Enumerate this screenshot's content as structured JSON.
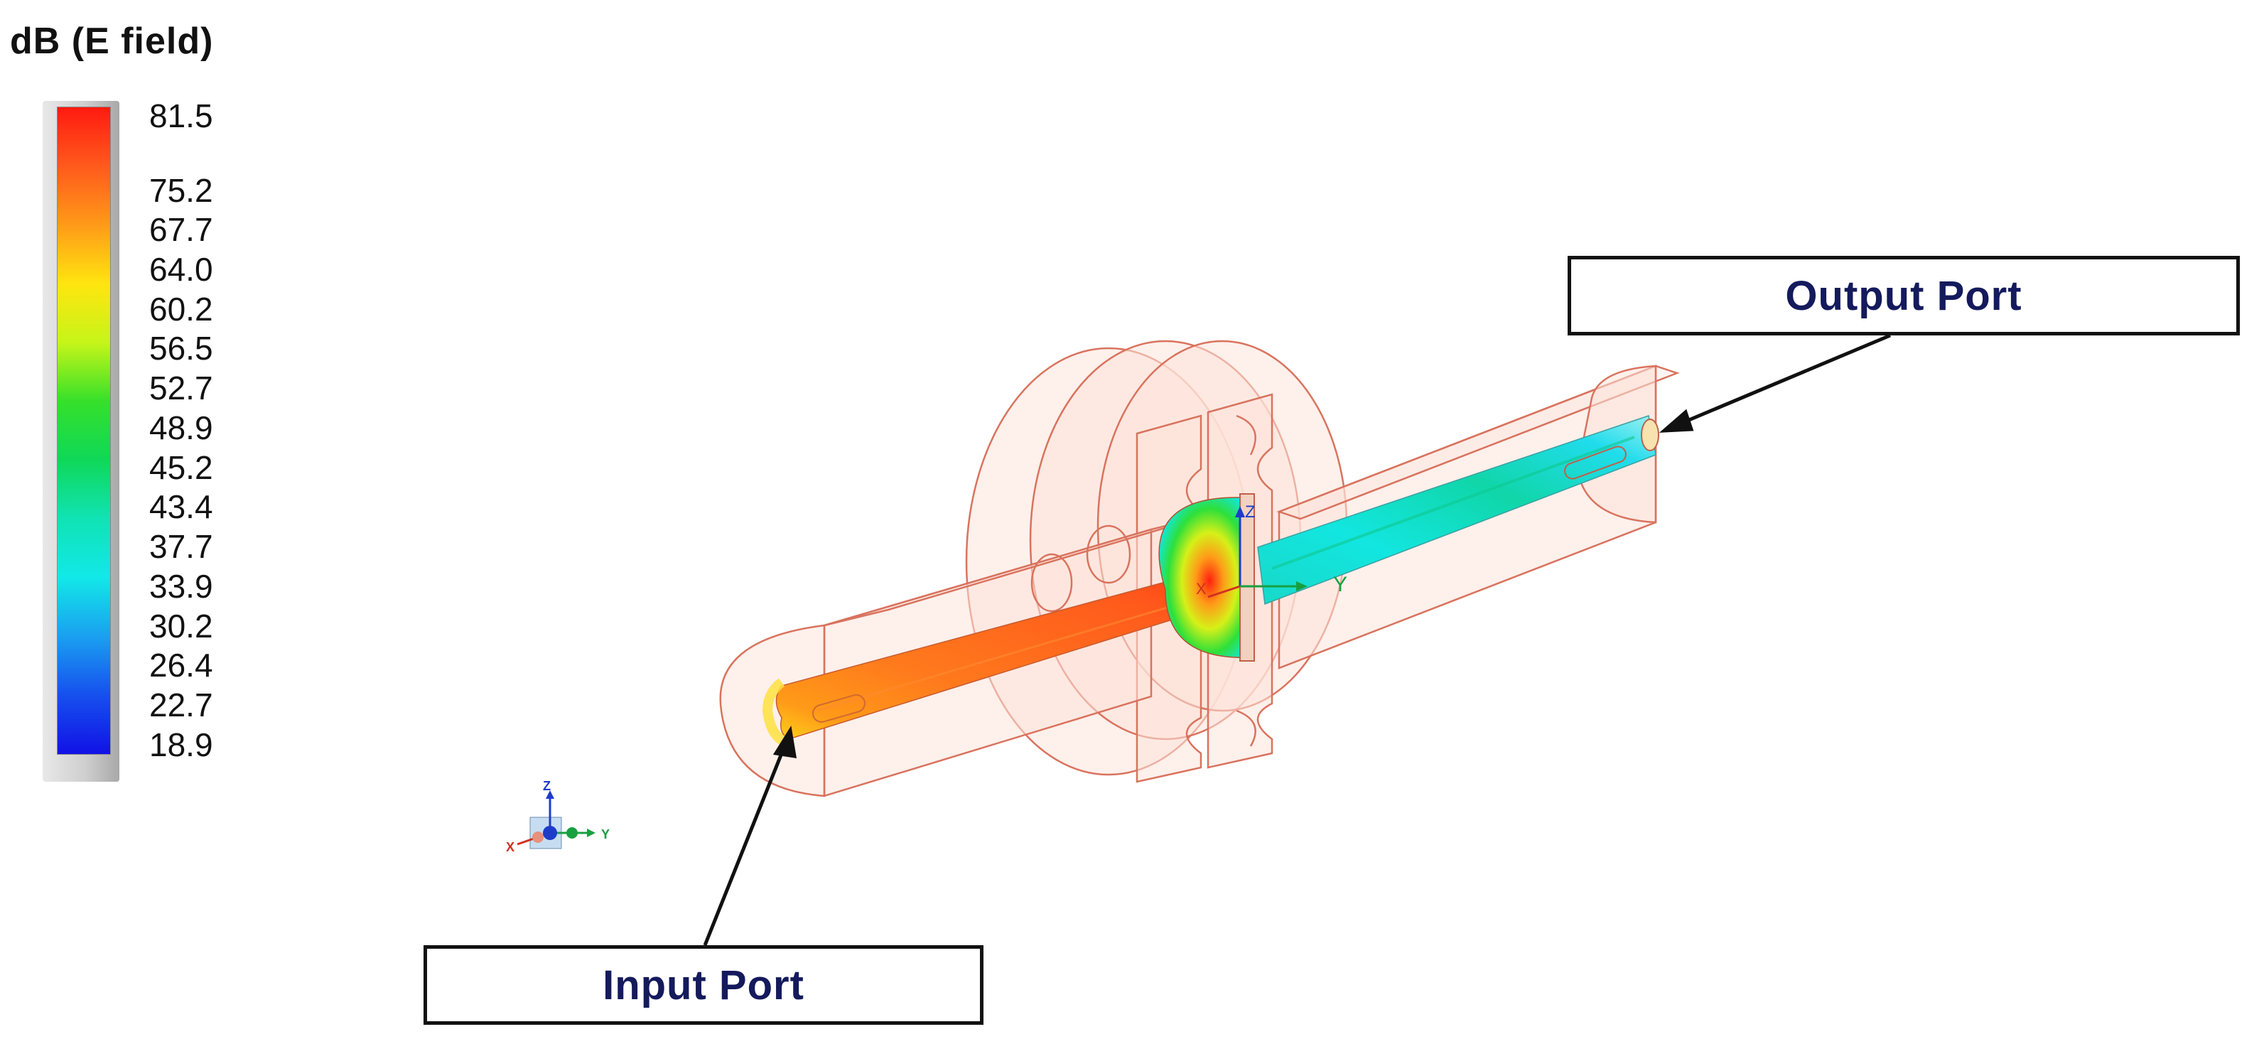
{
  "legend": {
    "title": "dB (E field)",
    "ticks": [
      "81.5",
      "75.2",
      "67.7",
      "64.0",
      "60.2",
      "56.5",
      "52.7",
      "48.9",
      "45.2",
      "43.4",
      "37.7",
      "33.9",
      "30.2",
      "26.4",
      "22.7",
      "18.9"
    ],
    "gradient_colors": [
      "#ff1a10",
      "#ff5a1c",
      "#ff9a18",
      "#ffe50f",
      "#c6f519",
      "#35e02a",
      "#0fd858",
      "#10e3b4",
      "#12e8e8",
      "#1aa0f0",
      "#1650ee",
      "#1212e6"
    ]
  },
  "callouts": {
    "output": "Output Port",
    "input": "Input Port"
  },
  "axes": {
    "main": {
      "x": "X",
      "y": "Y",
      "z": "Z"
    },
    "triad": {
      "x": "X",
      "y": "Y",
      "z": "Z"
    }
  },
  "colors": {
    "callout_text": "#141a5c",
    "outline": "#d9735e",
    "body_fill": "#fde3db"
  }
}
